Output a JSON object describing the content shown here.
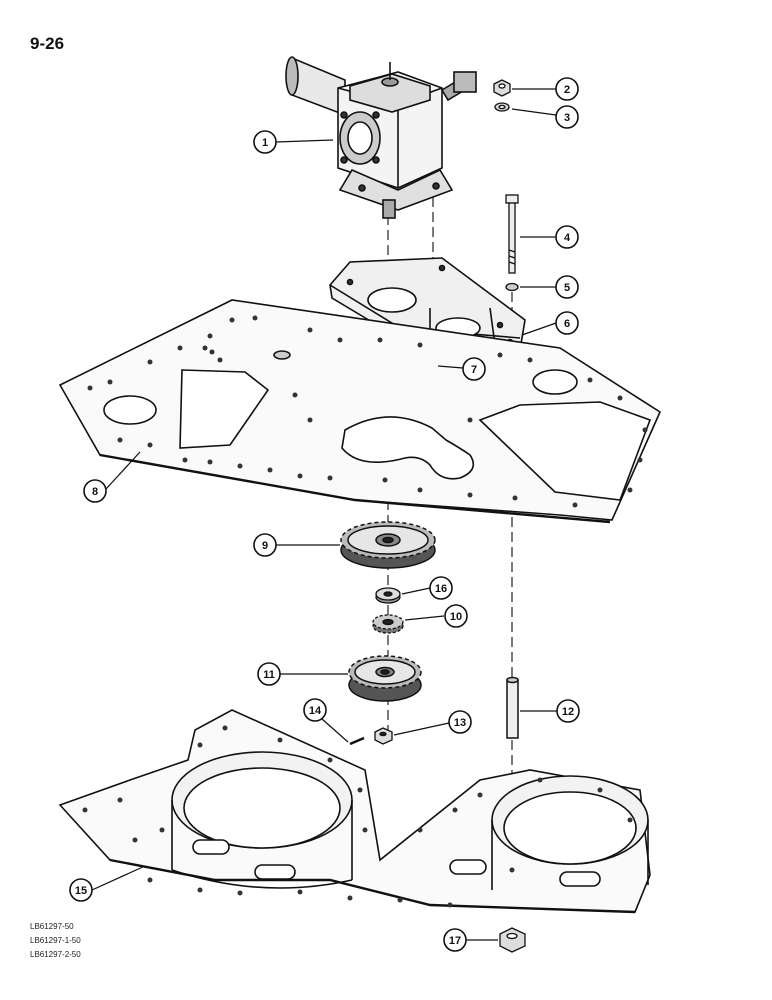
{
  "page_number": "9-26",
  "callouts": [
    {
      "label": "1",
      "part": "gearbox"
    },
    {
      "label": "2",
      "part": "nut"
    },
    {
      "label": "3",
      "part": "washer"
    },
    {
      "label": "4",
      "part": "bolt"
    },
    {
      "label": "5",
      "part": "washer"
    },
    {
      "label": "6",
      "part": "mounting-bracket"
    },
    {
      "label": "7",
      "part": "screw"
    },
    {
      "label": "8",
      "part": "upper-plate"
    },
    {
      "label": "9",
      "part": "large-sprocket"
    },
    {
      "label": "10",
      "part": "small-sprocket"
    },
    {
      "label": "11",
      "part": "lower-sprocket"
    },
    {
      "label": "12",
      "part": "spacer-tube"
    },
    {
      "label": "13",
      "part": "nut"
    },
    {
      "label": "14",
      "part": "pin"
    },
    {
      "label": "15",
      "part": "lower-frame"
    },
    {
      "label": "16",
      "part": "bushing"
    },
    {
      "label": "17",
      "part": "nut"
    }
  ],
  "reference_codes": [
    "LB61297-50",
    "LB61297-1-50",
    "LB61297-2-50"
  ]
}
